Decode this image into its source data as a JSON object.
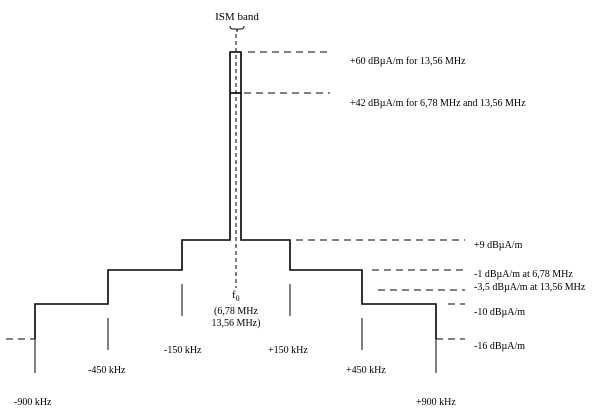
{
  "title": "ISM band",
  "center": {
    "symbol": "f",
    "subscript": "0",
    "line1": "(6,78 MHz",
    "line2": "13,56 MHz)"
  },
  "levels": [
    {
      "id": "l60",
      "text": "+60 dBµA/m for 13,56 MHz"
    },
    {
      "id": "l42",
      "text": "+42 dBµA/m for 6,78 MHz and 13,56 MHz"
    },
    {
      "id": "l9",
      "text": "+9 dBµA/m"
    },
    {
      "id": "l1",
      "text": "-1 dBµA/m at 6,78 MHz"
    },
    {
      "id": "l35",
      "text": "-3,5 dBµA/m at 13,56 MHz"
    },
    {
      "id": "l10",
      "text": "-10 dBµA/m"
    },
    {
      "id": "l16",
      "text": "-16 dBµA/m"
    }
  ],
  "freqs": [
    {
      "id": "m900",
      "text": "-900 kHz"
    },
    {
      "id": "m450",
      "text": "-450 kHz"
    },
    {
      "id": "m150",
      "text": "-150 kHz"
    },
    {
      "id": "p150",
      "text": "+150 kHz"
    },
    {
      "id": "p450",
      "text": "+450 kHz"
    },
    {
      "id": "p900",
      "text": "+900 kHz"
    }
  ]
}
